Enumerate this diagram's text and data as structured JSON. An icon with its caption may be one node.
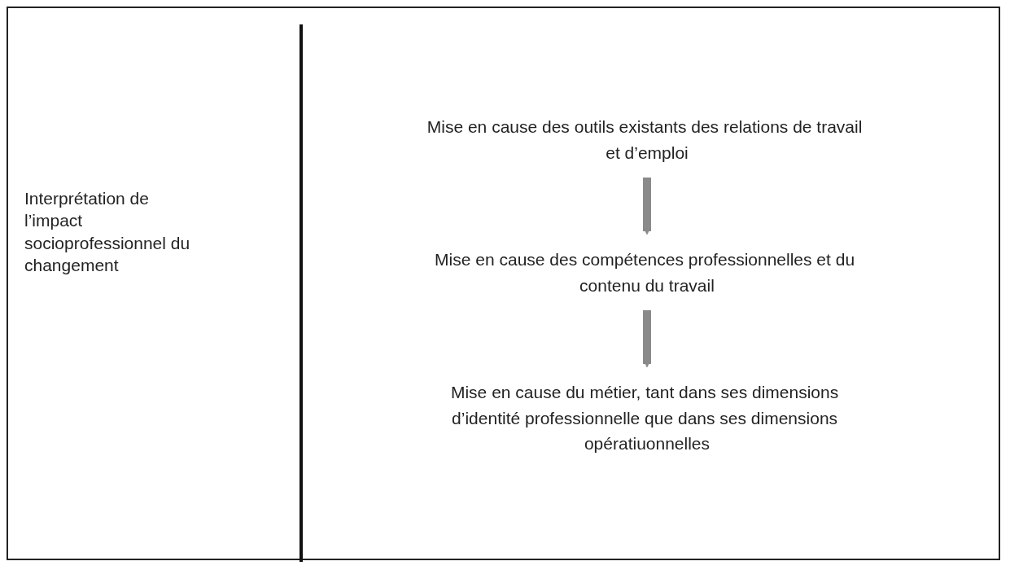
{
  "diagram": {
    "nodes": [
      {
        "text": [
          "Mise en cause des outils existants des relations de travail et d’emploi"
        ]
      },
      {
        "text": [
          "Mise en cause des compétences professionnelles et du contenu du travail"
        ]
      },
      {
        "text": [
          "Mise en cause du métier, tant dans ses dimensions d’identité professionnelle que dans ses dimensions opératiuonnelles"
        ]
      }
    ],
    "edges": [
      {
        "from": 0,
        "to": 1,
        "arrow": "to"
      },
      {
        "from": 1,
        "to": 2,
        "arrow": "to"
      }
    ],
    "labels": [
      "Interprétation de l’impact socioprofessionnel du changement"
    ]
  }
}
